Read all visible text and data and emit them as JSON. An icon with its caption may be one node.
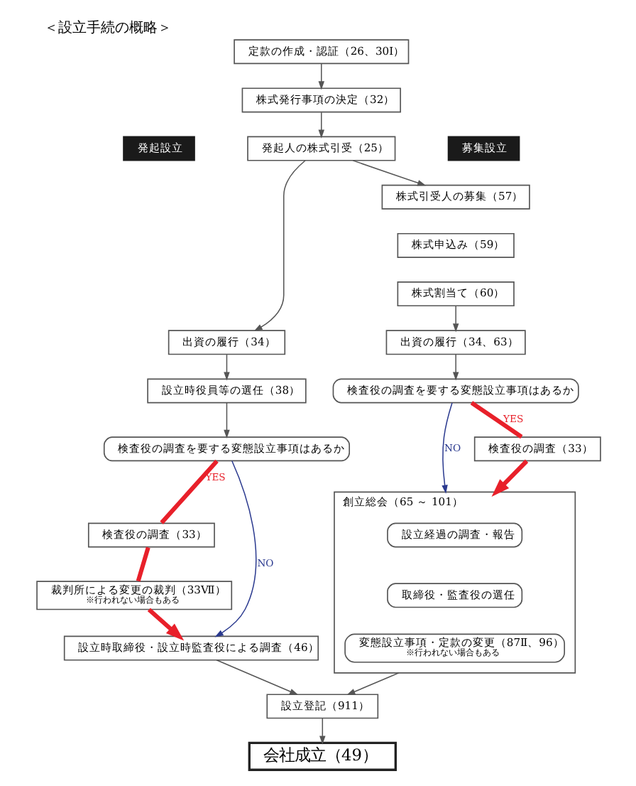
{
  "diagram": {
    "title": "＜設立手続の概略＞",
    "nodes": [
      {
        "text": [
          "定款の作成・認証（26、30Ⅰ）"
        ]
      },
      {
        "text": [
          "株式発行事項の決定（32）"
        ]
      },
      {
        "text": [
          "発起設立"
        ]
      },
      {
        "text": [
          "発起人の株式引受（25）"
        ]
      },
      {
        "text": [
          "募集設立"
        ]
      },
      {
        "text": [
          "出資の履行（34）"
        ]
      },
      {
        "text": [
          "設立時役員等の選任（38）"
        ]
      },
      {
        "text": [
          "検査役の調査を要する変態設立事項はあるか"
        ]
      },
      {
        "text": [
          "検査役の調査（33）"
        ]
      },
      {
        "text": [
          "裁判所による変更の裁判（33Ⅶ）",
          "※行われない場合もある"
        ]
      },
      {
        "text": [
          "設立時取締役・設立時監査役による調査（46）"
        ]
      },
      {
        "text": [
          "株式引受人の募集（57）"
        ]
      },
      {
        "text": [
          "株式申込み（59）"
        ]
      },
      {
        "text": [
          "株式割当て（60）"
        ]
      },
      {
        "text": [
          "出資の履行（34、63）"
        ]
      },
      {
        "text": [
          "検査役の調査を要する変態設立事項はあるか"
        ]
      },
      {
        "text": [
          "検査役の調査（33）"
        ]
      },
      {
        "text": [
          "創立総会（65 ～ 101）"
        ]
      },
      {
        "text": [
          "設立経過の調査・報告"
        ],
        "in": 17
      },
      {
        "text": [
          "取締役・監査役の選任"
        ],
        "in": 17
      },
      {
        "text": [
          "変態設立事項・定款の変更（87Ⅱ、96）",
          "※行われない場合もある"
        ],
        "in": 17
      },
      {
        "text": [
          "設立登記（911）"
        ]
      },
      {
        "text": [
          "会社成立（49）"
        ]
      }
    ],
    "edges": [
      {
        "from": 0,
        "to": 1,
        "arrow": "to"
      },
      {
        "from": 1,
        "to": 3,
        "arrow": "to"
      },
      {
        "from": 3,
        "to": 5,
        "arrow": "to"
      },
      {
        "from": 3,
        "to": 11,
        "arrow": "to"
      },
      {
        "from": 5,
        "to": 6,
        "arrow": "to"
      },
      {
        "from": 6,
        "to": 7,
        "arrow": "to"
      },
      {
        "from": 7,
        "to": 8,
        "arrow": "none",
        "label": "YES",
        "style": "thick",
        "color": "#e8202a"
      },
      {
        "from": 8,
        "to": 9,
        "arrow": "none",
        "style": "thick",
        "color": "#e8202a"
      },
      {
        "from": 9,
        "to": 10,
        "arrow": "to",
        "style": "thick",
        "color": "#e8202a"
      },
      {
        "from": 7,
        "to": 10,
        "arrow": "to",
        "label": "NO",
        "color": "#2b3a8f"
      },
      {
        "from": 13,
        "to": 14,
        "arrow": "to"
      },
      {
        "from": 14,
        "to": 15,
        "arrow": "to"
      },
      {
        "from": 15,
        "to": 16,
        "arrow": "none",
        "label": "YES",
        "style": "thick",
        "color": "#e8202a"
      },
      {
        "from": 16,
        "to": 17,
        "arrow": "to",
        "style": "thick",
        "color": "#e8202a"
      },
      {
        "from": 15,
        "to": 17,
        "arrow": "to",
        "label": "NO",
        "color": "#2b3a8f"
      },
      {
        "from": 10,
        "to": 21,
        "arrow": "to"
      },
      {
        "from": 17,
        "to": 21,
        "arrow": "to"
      },
      {
        "from": 21,
        "to": 22,
        "arrow": "to"
      }
    ]
  }
}
